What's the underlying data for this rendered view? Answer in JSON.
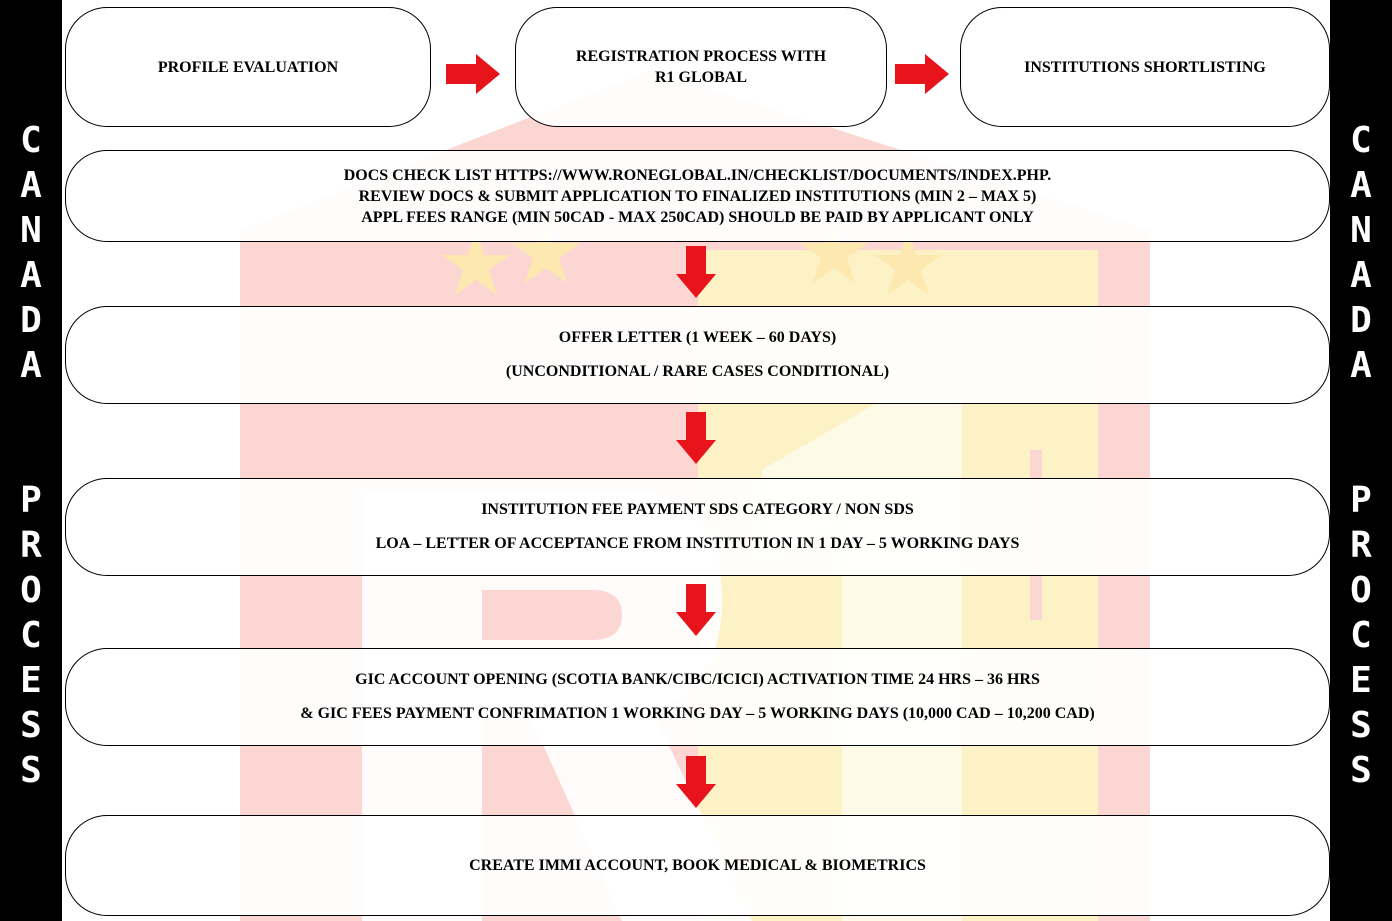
{
  "side_label": {
    "top": [
      "C",
      "A",
      "N",
      "A",
      "D",
      "A"
    ],
    "bottom": [
      "P",
      "R",
      "O",
      "C",
      "E",
      "S",
      "S"
    ]
  },
  "steps": {
    "profile_evaluation": "PROFILE EVALUATION",
    "registration": [
      "REGISTRATION PROCESS WITH",
      "R1 GLOBAL"
    ],
    "shortlisting": "INSTITUTIONS SHORTLISTING",
    "docs": [
      "DOCS CHECK LIST HTTPS://WWW.RONEGLOBAL.IN/CHECKLIST/DOCUMENTS/INDEX.PHP.",
      "REVIEW DOCS & SUBMIT APPLICATION TO FINALIZED INSTITUTIONS (MIN 2 – MAX 5)",
      "APPL FEES RANGE (MIN 50CAD - MAX 250CAD) SHOULD BE PAID BY APPLICANT ONLY"
    ],
    "offer_letter": [
      "OFFER LETTER (1 WEEK – 60 DAYS)",
      "(UNCONDITIONAL / RARE CASES CONDITIONAL)"
    ],
    "fee_payment": [
      "INSTITUTION FEE PAYMENT SDS CATEGORY / NON SDS",
      "LOA – LETTER OF ACCEPTANCE FROM INSTITUTION IN 1 DAY – 5 WORKING DAYS"
    ],
    "gic": [
      "GIC ACCOUNT OPENING (SCOTIA BANK/CIBC/ICICI) ACTIVATION TIME 24 HRS – 36 HRS",
      "& GIC FEES PAYMENT CONFRIMATION 1 WORKING DAY – 5 WORKING DAYS (10,000 CAD – 10,200 CAD)"
    ],
    "immi": "CREATE IMMI ACCOUNT, BOOK MEDICAL & BIOMETRICS"
  },
  "colors": {
    "arrow": "#e8141c",
    "side_bar": "#000000",
    "watermark_red": "#fbd6d3",
    "watermark_yellow": "#fdf2c6"
  }
}
